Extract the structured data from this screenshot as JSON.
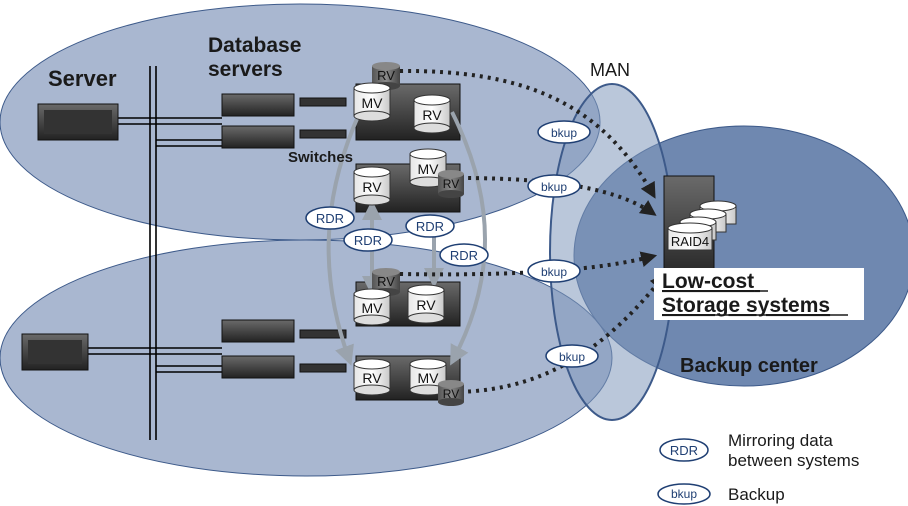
{
  "labels": {
    "database_servers_line1": "Database",
    "database_servers_line2": "servers",
    "server": "Server",
    "switches": "Switches",
    "man": "MAN",
    "backup_center": "Backup center",
    "low_cost_line1": "Low-cost",
    "low_cost_line2": "Storage systems",
    "raid4": "RAID4"
  },
  "volumes": {
    "mv": "MV",
    "rv": "RV"
  },
  "pills": {
    "rdr": "RDR",
    "bkup": "bkup"
  },
  "legend": {
    "rdr_line1": "Mirroring data",
    "rdr_line2": "between systems",
    "bkup": "Backup"
  },
  "colors": {
    "site_fill": "#a9b7d0",
    "man_fill": "#8299bb",
    "backup_fill": "#6f88b0",
    "pill_border": "#1f3f73",
    "arrow": "#9aa3ad",
    "dotted": "#222222"
  }
}
